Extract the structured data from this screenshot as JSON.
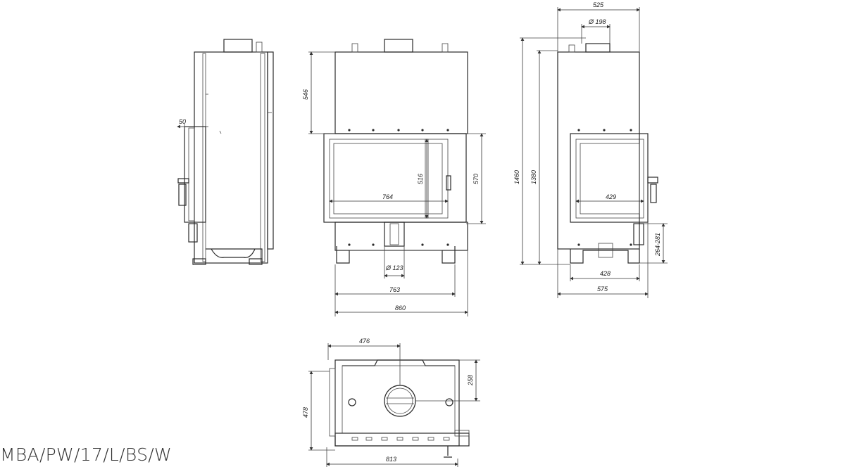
{
  "model_code": "MBA/PW/17/L/BS/W",
  "dimensions": {
    "side_depth_offset": "50",
    "front_upper_height": "546",
    "front_glass_height": "516",
    "front_door_height": "570",
    "front_glass_width": "764",
    "front_flue_diameter": "Ø 123",
    "front_base_width": "763",
    "front_total_width": "860",
    "right_top_width": "525",
    "right_flue_diameter": "Ø 198",
    "right_total_height": "1460",
    "right_inner_height": "1380",
    "right_glass_width": "429",
    "right_leg_height": "264-281",
    "right_base_width": "428",
    "right_total_width": "575",
    "top_flue_offset": "476",
    "top_flue_depth": "258",
    "top_total_depth": "478",
    "top_total_width": "813"
  }
}
